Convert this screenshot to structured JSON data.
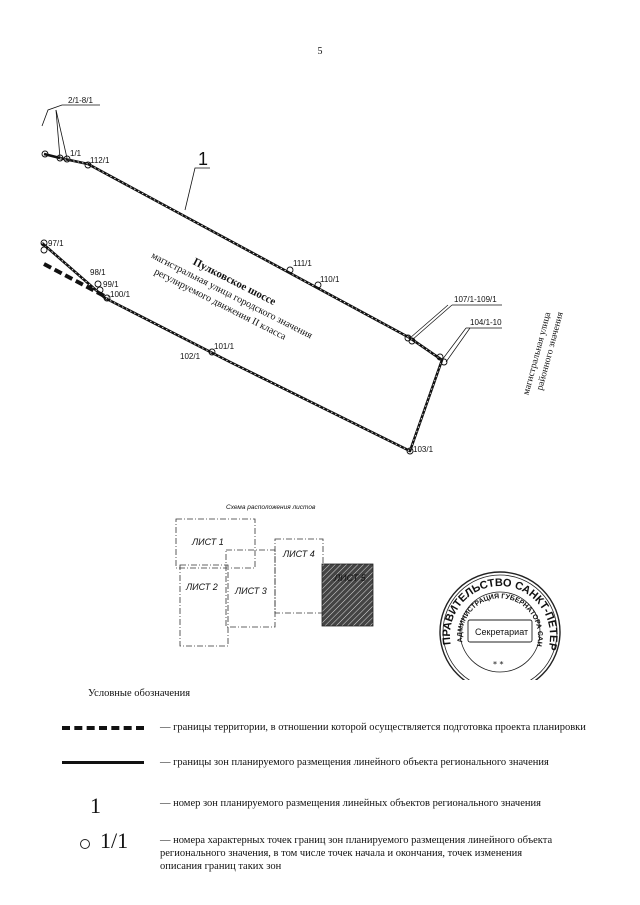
{
  "page_number": "5",
  "map": {
    "zone_number": "1",
    "points": {
      "p2_8": "2/1-8/1",
      "p1": "1/1",
      "p112": "112/1",
      "p111": "111/1",
      "p110": "110/1",
      "p107": "107/1-109/1",
      "p104": "104/1-10",
      "p103": "103/1",
      "p97": "97/1",
      "p98": "98/1",
      "p99": "99/1",
      "p100": "100/1",
      "p101": "101/1",
      "p102": "102/1"
    },
    "street_main": {
      "name": "Пулковское шоссе",
      "line1": "магистральная улица городского значения",
      "line2": "регулируемого движения II класса"
    },
    "street_side": {
      "line1": "магистральная улица",
      "line2": "районного значения"
    }
  },
  "scheme": {
    "title": "Схема расположения листов",
    "sheets": [
      "ЛИСТ 1",
      "ЛИСТ 2",
      "ЛИСТ 3",
      "ЛИСТ 4",
      "ЛИСТ 5"
    ]
  },
  "stamp": {
    "outer": "ПРАВИТЕЛЬСТВО САНКТ-ПЕТЕРБУРГА",
    "inner": "АДМИНИСТРАЦИЯ ГУБЕРНАТОРА САНКТ-ПЕТЕРБУРГА",
    "center": "Секретариат"
  },
  "legend": {
    "title": "Условные обозначения",
    "items": [
      {
        "text": "— границы территории, в отношении которой осуществляется подготовка проекта планировки"
      },
      {
        "text": "— границы зон планируемого размещения линейного объекта регионального значения"
      },
      {
        "symbol": "1",
        "text": "— номер зон планируемого размещения линейных объектов регионального значения"
      },
      {
        "symbol": "1/1",
        "text": "— номера характерных точек границ зон планируемого размещения линейного объекта регионального значения, в том числе точек начала и окончания, точек изменения описания границ таких зон"
      }
    ]
  }
}
